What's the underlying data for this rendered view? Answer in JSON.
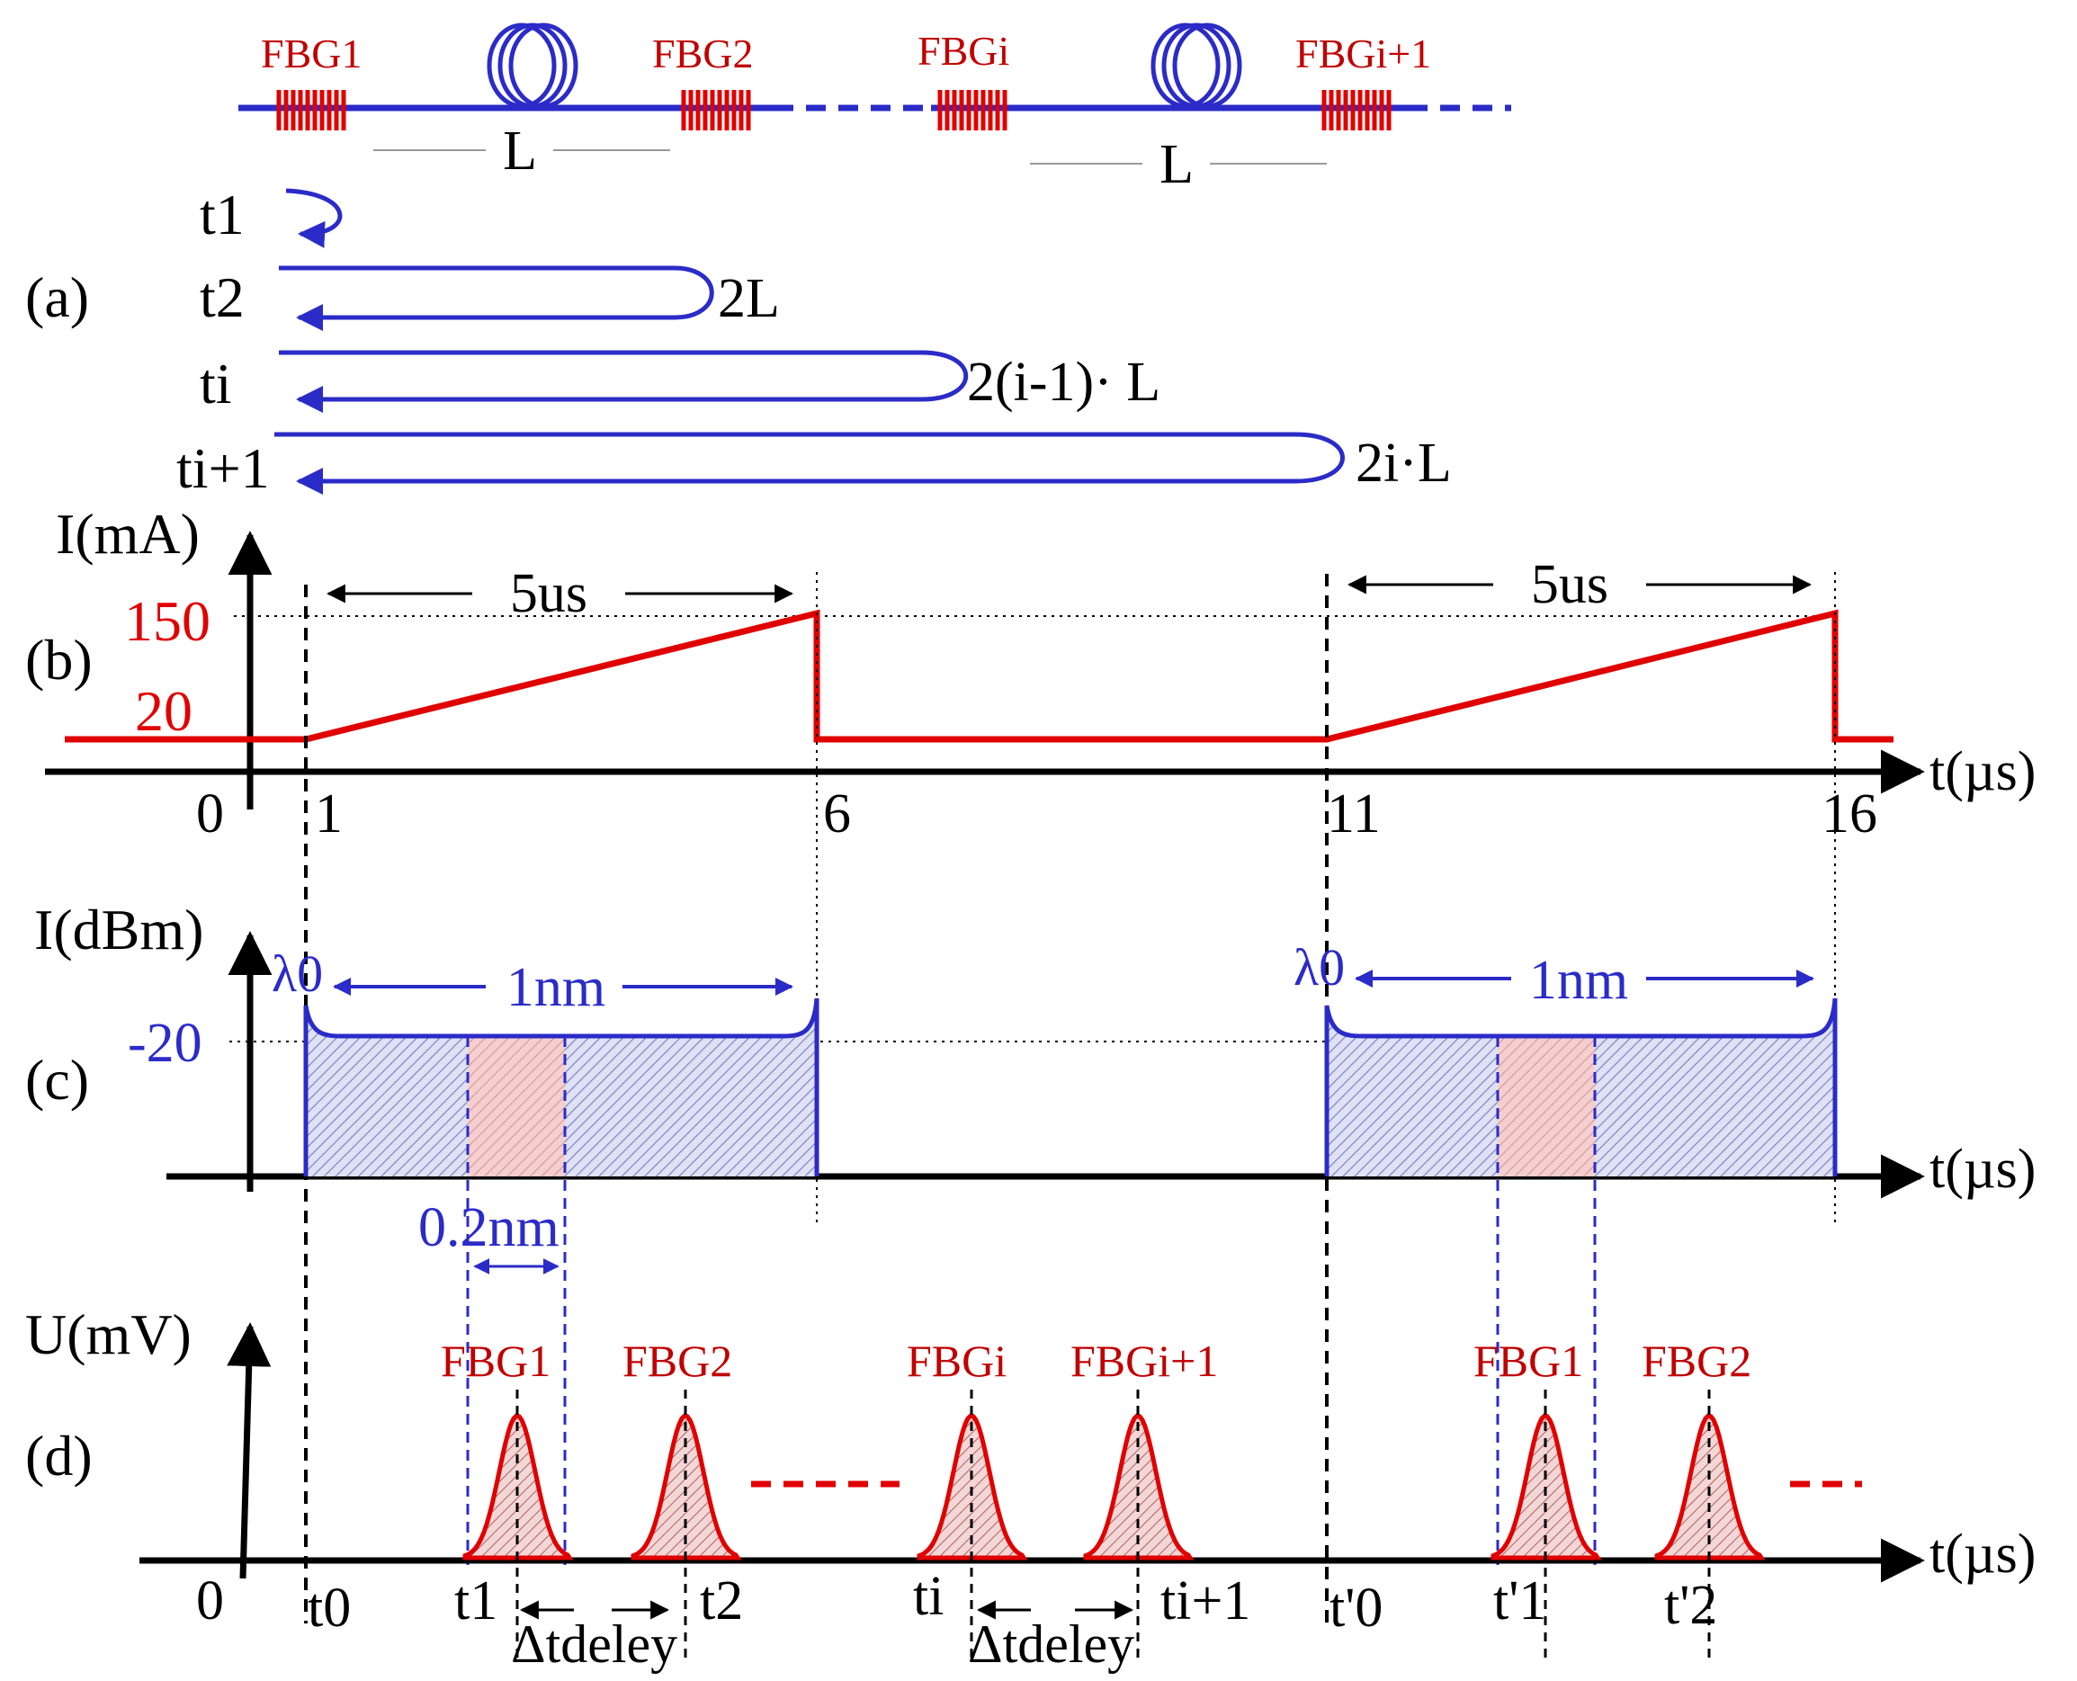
{
  "top": {
    "fbg1": "FBG1",
    "fbg2": "FBG2",
    "fbgi": "FBGi",
    "fbgi1": "FBGi+1",
    "len_label": "L"
  },
  "panel_a": {
    "label": "(a)",
    "rows": [
      {
        "t": "t1",
        "dist": ""
      },
      {
        "t": "t2",
        "dist": "2L"
      },
      {
        "t": "ti",
        "dist": "2(i-1)· L"
      },
      {
        "t": "ti+1",
        "dist": "2i·L"
      }
    ]
  },
  "panel_b": {
    "label": "(b)",
    "ylabel": "I(mA)",
    "xlabel": "t(µs)",
    "y_ticks": [
      "150",
      "20"
    ],
    "x_ticks": [
      "0",
      "1",
      "6",
      "11",
      "16"
    ],
    "duration_labels": [
      "5us",
      "5us"
    ]
  },
  "panel_c": {
    "label": "(c)",
    "ylabel": "I(dBm)",
    "xlabel": "t(µs)",
    "y_tick": "-20",
    "lambda_label": "λ0",
    "span_labels": [
      "1nm",
      "1nm"
    ],
    "sub_span": "0.2nm"
  },
  "panel_d": {
    "label": "(d)",
    "ylabel": "U(mV)",
    "xlabel": "t(µs)",
    "origin": "0",
    "peak_labels": [
      "FBG1",
      "FBG2",
      "FBGi",
      "FBGi+1",
      "FBG1",
      "FBG2"
    ],
    "time_marks": [
      "t0",
      "t1",
      "t2",
      "ti",
      "ti+1",
      "t'0",
      "t'1",
      "t'2"
    ],
    "delay_label": "Δtdeley"
  },
  "colors": {
    "red": "#e00000",
    "dark_red": "#c00000",
    "blue": "#2b2bc8",
    "pink_fill": "#f3c8c8",
    "hatch_blue": "#9aa0d8"
  }
}
